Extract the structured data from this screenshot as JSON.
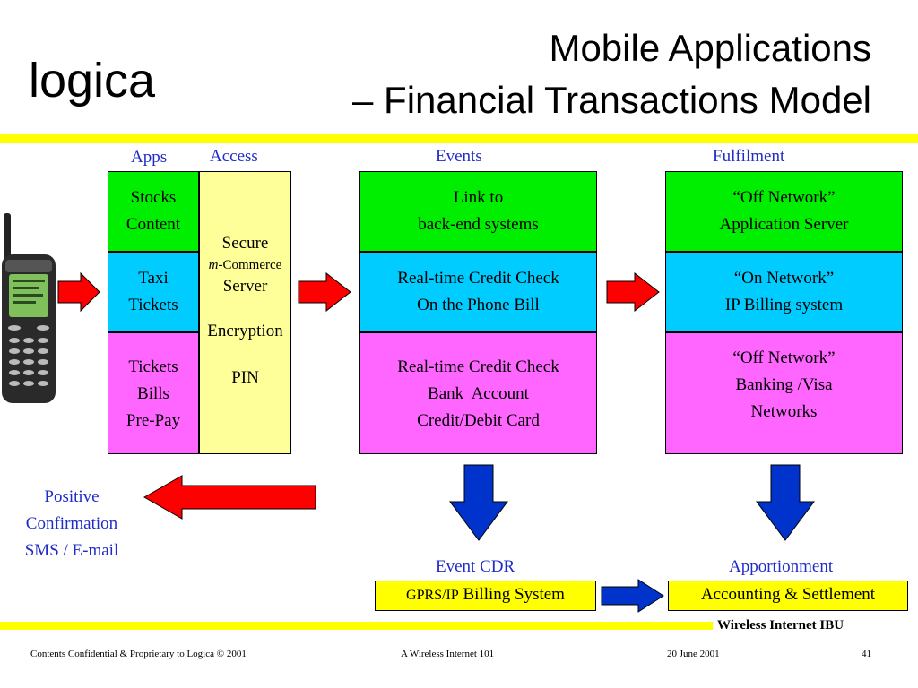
{
  "header": {
    "logo": "logica",
    "title_line1": "Mobile Applications",
    "title_line2": "– Financial Transactions Model"
  },
  "columns": {
    "apps": "Apps",
    "access": "Access",
    "events": "Events",
    "fulfilment": "Fulfilment"
  },
  "apps": {
    "row1": [
      "Stocks",
      "Content"
    ],
    "row2": [
      "Taxi",
      "Tickets"
    ],
    "row3": [
      "Tickets",
      "Bills",
      "Pre-Pay"
    ]
  },
  "access": {
    "line1": "Secure",
    "line2_italic": "m",
    "line2_rest": "-Commerce",
    "line3": "Server",
    "line4": "Encryption",
    "line5": "PIN"
  },
  "events": {
    "row1": [
      "Link to",
      "back-end systems"
    ],
    "row2": [
      "Real-time Credit Check",
      "On the Phone Bill"
    ],
    "row3": [
      "Real-time Credit Check",
      "Bank  Account",
      "Credit/Debit Card"
    ]
  },
  "fulfilment": {
    "row1": [
      "“Off Network”",
      "Application Server"
    ],
    "row2": [
      "“On Network”",
      "IP Billing system"
    ],
    "row3": [
      "“Off Network”",
      "Banking /Visa",
      "Networks"
    ]
  },
  "confirmation": [
    "Positive",
    "Confirmation",
    "SMS / E-mail"
  ],
  "bottom": {
    "event_cdr_label": "Event CDR",
    "billing_prefix": "GPRS/IP",
    "billing_rest": " Billing System",
    "apportionment_label": "Apportionment",
    "accounting": "Accounting & Settlement"
  },
  "footer": {
    "ibu": "Wireless Internet IBU",
    "confidential": "Contents Confidential & Proprietary to Logica © 2001",
    "course": "A Wireless Internet 101",
    "date": "20 June 2001",
    "page": "41"
  },
  "colors": {
    "green": "#00ee00",
    "cyan": "#00ccff",
    "magenta": "#ff66ff",
    "pale_yellow": "#ffff99",
    "yellow": "#ffff00",
    "blue_text": "#1f2cc8",
    "arrow_blue": "#0033cc",
    "arrow_red": "#ff0000"
  },
  "icons": {
    "phone": "mobile-phone-image",
    "right_arrows": "red-right-arrow",
    "down_arrows": "blue-down-arrow",
    "left_arrow": "red-left-arrow"
  }
}
